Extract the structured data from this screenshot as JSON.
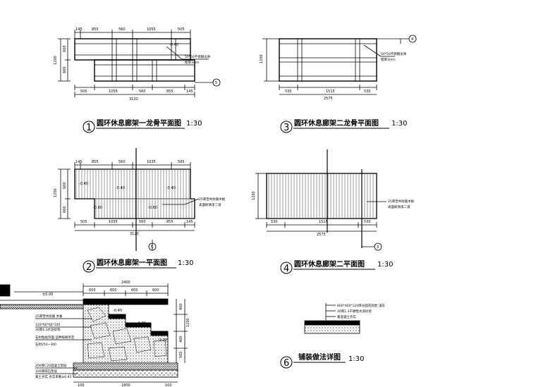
{
  "titles": {
    "t1": {
      "num": "1",
      "text": "圆环休息廊架一龙骨平面图",
      "scale": "1:30"
    },
    "t2": {
      "num": "2",
      "text": "圆环休息廊架一平面图",
      "scale": "1:30"
    },
    "t3": {
      "num": "3",
      "text": "圆环休息廊架二龙骨平面图",
      "scale": "1:30"
    },
    "t4": {
      "num": "4",
      "text": "圆环休息廊架二平面图",
      "scale": "1:30"
    },
    "t6": {
      "num": "6",
      "text": "铺装做法详图",
      "scale": "1:30"
    }
  },
  "plan1": {
    "top_dims": [
      "145",
      "855",
      "560",
      "1055",
      "505"
    ],
    "bottom_dims": [
      "505",
      "1055",
      "560",
      "855",
      "145"
    ],
    "total": "3120",
    "left_total": "1200",
    "left_parts": [
      "600",
      "600"
    ],
    "elev": "-0.40",
    "note_l1": "50*50不锈钢龙骨",
    "note_l2": "壁厚3mm",
    "section_tag": "5"
  },
  "plan2": {
    "top_dims": [
      "145",
      "855",
      "560",
      "1035",
      "505"
    ],
    "bottom_dims": [
      "505",
      "1055",
      "560",
      "855",
      "145"
    ],
    "total": "3120",
    "left_total": "1200",
    "left_parts": [
      "600",
      "600"
    ],
    "elevs": [
      "-0.40",
      "-0.80",
      "-0.40",
      "-0.80",
      "-0.40"
    ],
    "note_l1": "25厚塑木防腐木板",
    "note_l2": "表面刷清漆二道",
    "section_tag": "5"
  },
  "plan3": {
    "left_total": "1200",
    "bottom_dims": [
      "530",
      "1515",
      "530"
    ],
    "total": "2575",
    "note_l1": "50*50不锈钢龙骨",
    "note_l2": "壁厚3mm",
    "section_tag": "4"
  },
  "plan4": {
    "left_total": "1200",
    "bottom_dims": [
      "530",
      "1515",
      "530"
    ],
    "total": "2575",
    "note_l1": "25厚塑木防腐木板",
    "note_l2": "表面刷清漆二道",
    "section_tag": "3"
  },
  "section5": {
    "top_total": "2400",
    "top_dims": [
      "600",
      "600",
      "600",
      "600"
    ],
    "right_dims": [
      "400",
      "1200",
      "400",
      "500"
    ],
    "elevs": [
      "±0.00",
      "-0.40",
      "-0.80",
      "-1.20"
    ],
    "notes": [
      "25厚塑木防腐 木板",
      "120*60*60*100",
      "30厚1:3水泥砂浆",
      "石材粘贴饰面 品种规格另定",
      "石材250~300",
      "200厚C20混凝土垫层",
      "100厚碎石垫层",
      "素土夯实 夯实系数≥0.93"
    ],
    "bottom_dims": [
      "100",
      "1800",
      "100"
    ]
  },
  "detail6": {
    "notes": [
      "800*400*120厚光面花岗岩 浅灰",
      "30厚1:3干硬性水泥砂浆",
      "素混凝土夯实"
    ]
  }
}
